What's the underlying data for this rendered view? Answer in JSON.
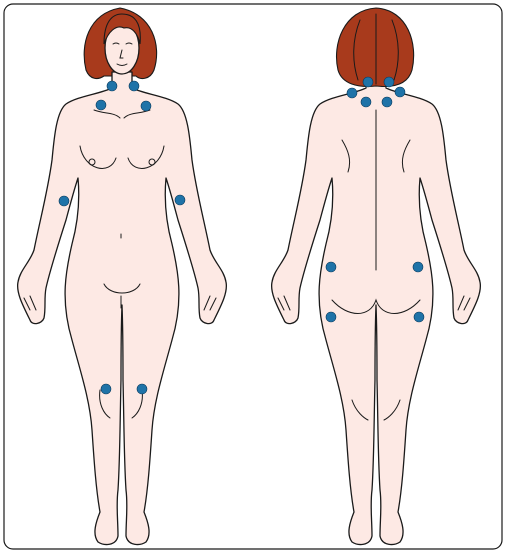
{
  "colors": {
    "skin": "#fde9e4",
    "hair": "#a83a1c",
    "tender_point": "#1f73a8",
    "outline": "#1a1a1a",
    "background": "#ffffff"
  },
  "views": [
    "front",
    "back"
  ],
  "tender_points": {
    "front": [
      "left-lower-cervical",
      "right-lower-cervical",
      "left-second-rib",
      "right-second-rib",
      "left-lateral-epicondyle",
      "right-lateral-epicondyle",
      "left-knee",
      "right-knee"
    ],
    "back": [
      "left-occiput",
      "right-occiput",
      "left-trapezius",
      "right-trapezius",
      "left-supraspinatus",
      "right-supraspinatus",
      "left-gluteal",
      "right-gluteal",
      "left-greater-trochanter",
      "right-greater-trochanter"
    ]
  }
}
